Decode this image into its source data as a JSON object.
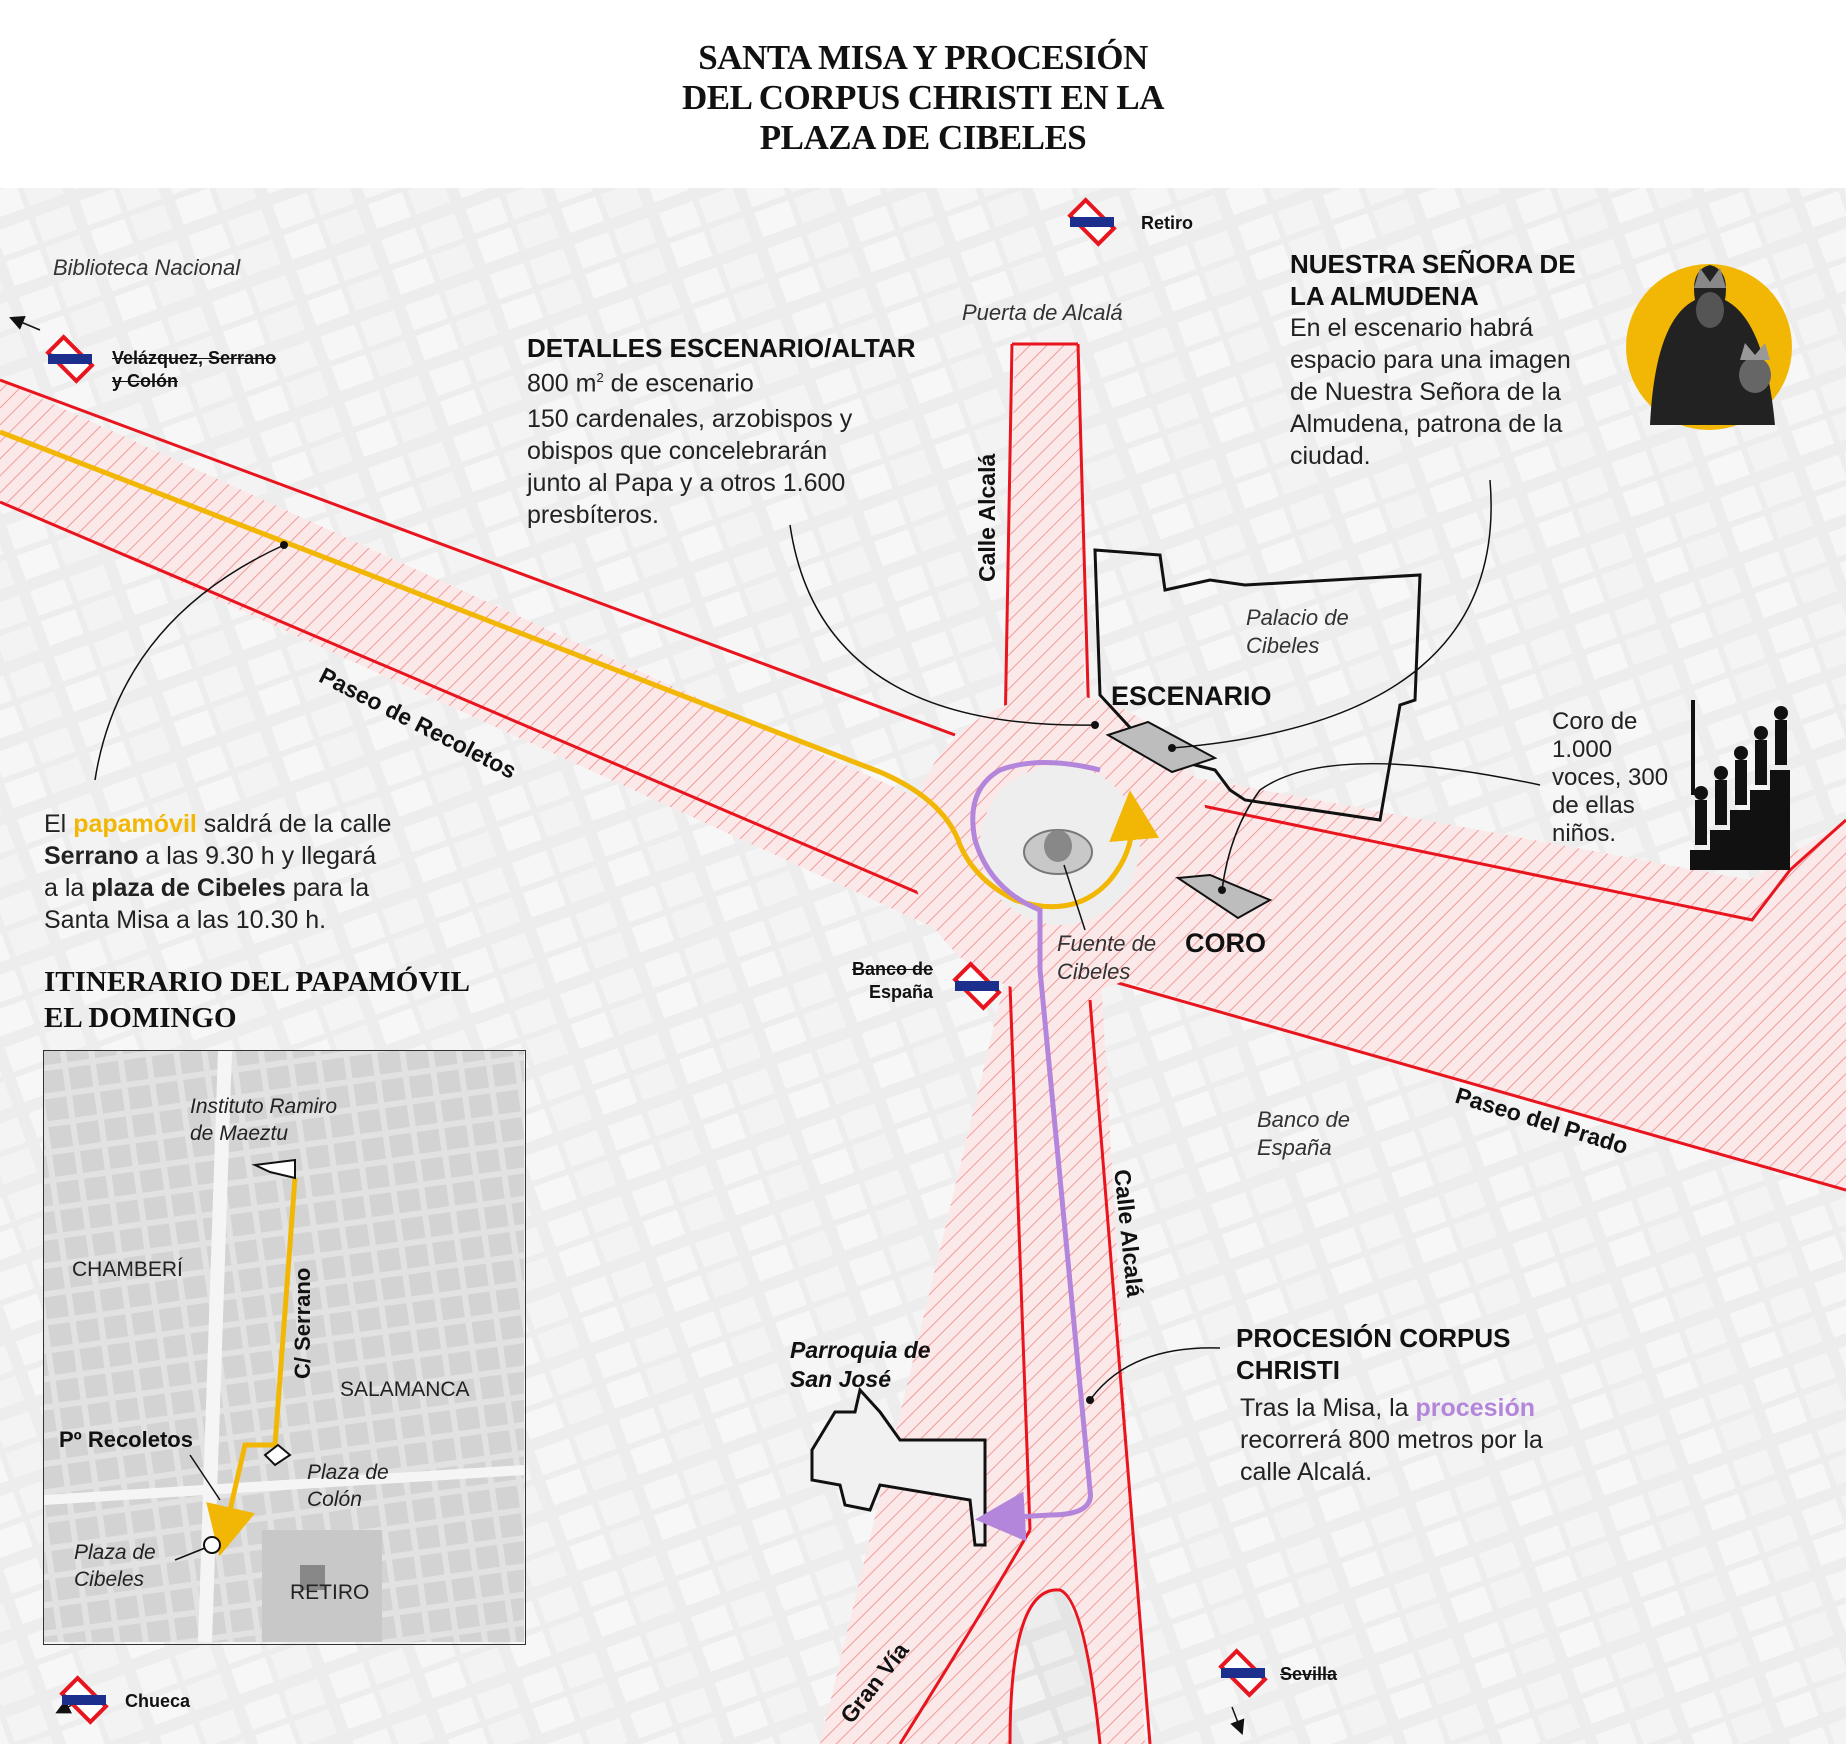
{
  "title": {
    "line1": "SANTA MISA Y PROCESIÓN",
    "line2": "DEL CORPUS CHRISTI EN LA",
    "line3": "PLAZA DE CIBELES"
  },
  "places": {
    "biblioteca": "Biblioteca Nacional",
    "puerta": "Puerta de Alcalá",
    "palacio_1": "Palacio de",
    "palacio_2": "Cibeles",
    "fuente_1": "Fuente de",
    "fuente_2": "Cibeles",
    "banco_1": "Banco de",
    "banco_2": "España",
    "parroquia_1": "Parroquia de",
    "parroquia_2": "San José"
  },
  "streets": {
    "recoletos": "Paseo de Recoletos",
    "alcala_north": "Calle Alcalá",
    "alcala_south": "Calle Alcalá",
    "prado": "Paseo del Prado",
    "granvia": "Gran Vía"
  },
  "metro": {
    "retiro": "Retiro",
    "velazquez_1": "Velázquez, Serrano",
    "velazquez_2": "y Colón",
    "banco_1": "Banco de",
    "banco_2": "España",
    "chueca": "Chueca",
    "sevilla": "Sevilla"
  },
  "escenario": {
    "heading": "DETALLES ESCENARIO/ALTAR",
    "size_prefix": "800 m",
    "size_sup": "2",
    "size_suffix": " de escenario",
    "l1": "150 cardenales, arzobispos y",
    "l2": "obispos que concelebrarán",
    "l3": "junto al Papa y a otros 1.600",
    "l4": "presbíteros.",
    "label": "ESCENARIO"
  },
  "almudena": {
    "h1": "NUESTRA SEÑORA DE",
    "h2": "LA ALMUDENA",
    "l1": "En el escenario habrá",
    "l2": "espacio para una imagen",
    "l3": "de Nuestra Señora de la",
    "l4": "Almudena, patrona de la",
    "l5": "ciudad."
  },
  "coro": {
    "l1": "Coro de",
    "l2": "1.000",
    "l3": "voces, 300",
    "l4": "de ellas",
    "l5": "niños.",
    "label": "CORO"
  },
  "papamovil": {
    "a1": "El ",
    "a2": "papamóvil",
    "a3": " saldrá de la calle",
    "b1": "Serrano",
    "b2": " a las 9.30 h y llegará",
    "c1": "a la ",
    "c2": "plaza de Cibeles",
    "c3": " para la",
    "d1": "Santa Misa a las 10.30 h."
  },
  "procesion": {
    "h1": "PROCESIÓN CORPUS",
    "h2": "CHRISTI",
    "a1": "Tras la Misa, la ",
    "a2": "procesión",
    "b1": "recorrerá 800 metros por la",
    "c1": "calle Alcalá."
  },
  "itinerario": {
    "t1": "ITINERARIO DEL PAPAMÓVIL",
    "t2": "EL DOMINGO",
    "instituto_1": "Instituto Ramiro",
    "instituto_2": "de Maeztu",
    "chamberi": "CHAMBERÍ",
    "serrano": "C/ Serrano",
    "salamanca": "SALAMANCA",
    "recoletos": "Pº Recoletos",
    "colon_1": "Plaza de",
    "colon_2": "Colón",
    "cibeles_1": "Plaza de",
    "cibeles_2": "Cibeles",
    "retiro": "RETIRO"
  },
  "colors": {
    "road_red": "#e8141e",
    "papamovil_yellow": "#f2b705",
    "procesion_purple": "#b385db",
    "metro_blue": "#1c2f8c"
  },
  "icons": [
    "metro-icon",
    "arrow-icon",
    "virgin-image-icon",
    "choir-icon",
    "stage-icon",
    "fountain-icon"
  ]
}
